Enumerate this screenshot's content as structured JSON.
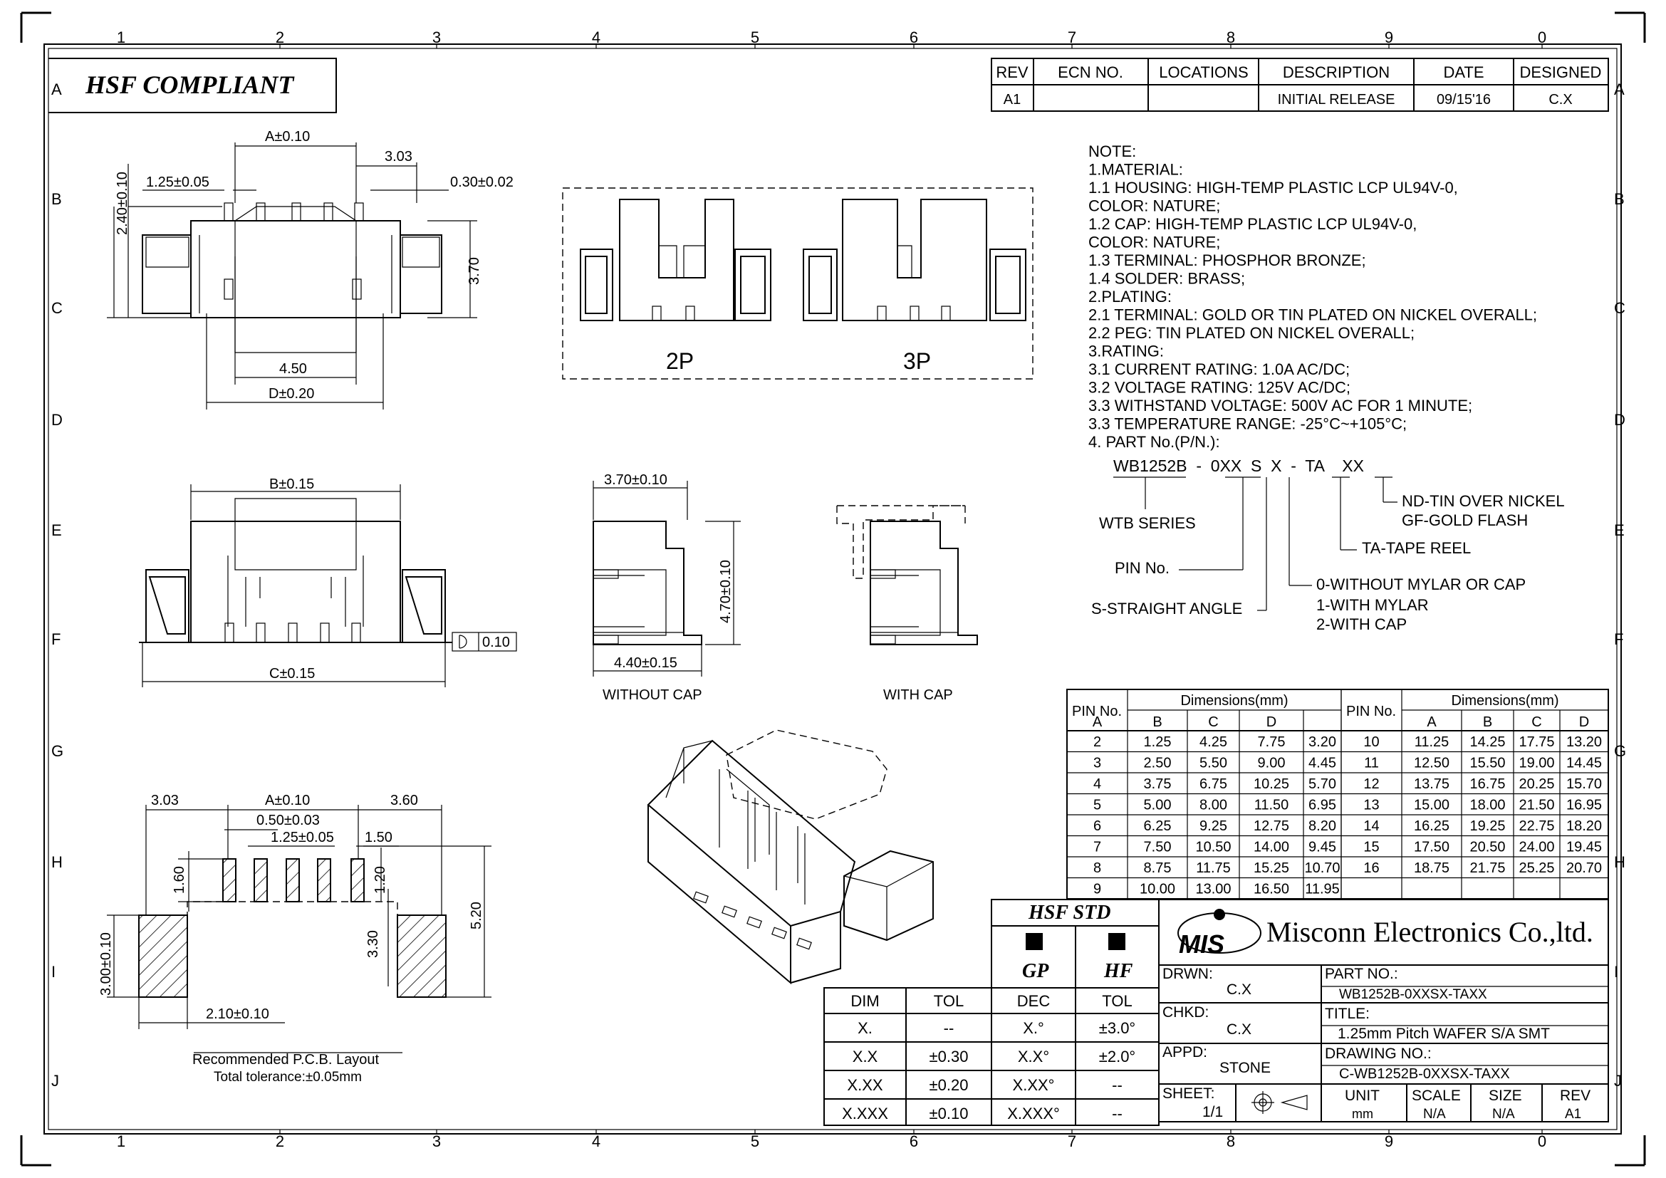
{
  "frame": {
    "zones_top": [
      "1",
      "2",
      "3",
      "4",
      "5",
      "6",
      "7",
      "8",
      "9",
      "0"
    ],
    "zones_side": [
      "A",
      "B",
      "C",
      "D",
      "E",
      "F",
      "G",
      "H",
      "I",
      "J"
    ]
  },
  "compliance": "HSF  COMPLIANT",
  "revision_table": {
    "headers": [
      "REV",
      "ECN NO.",
      "LOCATIONS",
      "DESCRIPTION",
      "DATE",
      "DESIGNED"
    ],
    "row": [
      "A1",
      "",
      "",
      "INITIAL RELEASE",
      "09/15'16",
      "C.X"
    ]
  },
  "top_view": {
    "dim_a": "A±0.10",
    "dim_303": "3.03",
    "dim_125": "1.25±0.05",
    "dim_030": "0.30±0.02",
    "dim_240": "2.40±0.10",
    "dim_370": "3.70",
    "dim_450": "4.50",
    "dim_d": "D±0.20"
  },
  "pin_views": {
    "label_2p": "2P",
    "label_3p": "3P"
  },
  "front_view": {
    "dim_b": "B±0.15",
    "dim_c": "C±0.15",
    "flatness_value": "0.10"
  },
  "side_views": {
    "dim_370": "3.70±0.10",
    "dim_470": "4.70±0.10",
    "dim_440": "4.40±0.15",
    "label_without_cap": "WITHOUT  CAP",
    "label_with_cap": "WITH  CAP"
  },
  "pcb_layout": {
    "dim_303": "3.03",
    "dim_a": "A±0.10",
    "dim_360": "3.60",
    "dim_050": "0.50±0.03",
    "dim_125": "1.25±0.05",
    "dim_150": "1.50",
    "dim_160": "1.60",
    "dim_120": "1.20",
    "dim_300": "3.00±0.10",
    "dim_330": "3.30",
    "dim_520": "5.20",
    "dim_210": "2.10±0.10",
    "caption": "Recommended  P.C.B.  Layout",
    "tolerance": "Total  tolerance:±0.05mm"
  },
  "notes": [
    "NOTE:",
    "1.MATERIAL:",
    "  1.1  HOUSING:  HIGH-TEMP  PLASTIC  LCP  UL94V-0,",
    "          COLOR:  NATURE;",
    "  1.2  CAP:  HIGH-TEMP  PLASTIC  LCP  UL94V-0,",
    "          COLOR:  NATURE;",
    "  1.3  TERMINAL:  PHOSPHOR  BRONZE;",
    "  1.4  SOLDER:  BRASS;",
    "2.PLATING:",
    "  2.1  TERMINAL:  GOLD  OR  TIN  PLATED  ON  NICKEL  OVERALL;",
    "  2.2  PEG:  TIN  PLATED  ON  NICKEL  OVERALL;",
    "3.RATING:",
    "  3.1  CURRENT  RATING:  1.0A  AC/DC;",
    "  3.2  VOLTAGE  RATING:  125V  AC/DC;",
    "  3.3  WITHSTAND  VOLTAGE:  500V  AC  FOR  1  MINUTE;",
    "  3.3  TEMPERATURE  RANGE:  -25°C~+105°C;",
    "4.  PART  No.(P/N.):"
  ],
  "part_number": {
    "code": "WB1252B  -  0XX  S  X  -  TA    XX",
    "wtb": "WTB  SERIES",
    "pin": "PIN  No.",
    "straight": "S-STRAIGHT  ANGLE",
    "nd": "ND-TIN  OVER  NICKEL",
    "gf": "GF-GOLD  FLASH",
    "ta": "TA-TAPE  REEL",
    "opt0": "0-WITHOUT  MYLAR  OR  CAP",
    "opt1": "1-WITH  MYLAR",
    "opt2": "2-WITH  CAP"
  },
  "dimension_table": {
    "pin_header": "PIN  No.",
    "group_header": "Dimensions(mm)",
    "cols": [
      "A",
      "B",
      "C",
      "D"
    ],
    "left": [
      [
        "2",
        "1.25",
        "4.25",
        "7.75",
        "3.20"
      ],
      [
        "3",
        "2.50",
        "5.50",
        "9.00",
        "4.45"
      ],
      [
        "4",
        "3.75",
        "6.75",
        "10.25",
        "5.70"
      ],
      [
        "5",
        "5.00",
        "8.00",
        "11.50",
        "6.95"
      ],
      [
        "6",
        "6.25",
        "9.25",
        "12.75",
        "8.20"
      ],
      [
        "7",
        "7.50",
        "10.50",
        "14.00",
        "9.45"
      ],
      [
        "8",
        "8.75",
        "11.75",
        "15.25",
        "10.70"
      ],
      [
        "9",
        "10.00",
        "13.00",
        "16.50",
        "11.95"
      ]
    ],
    "right": [
      [
        "10",
        "11.25",
        "14.25",
        "17.75",
        "13.20"
      ],
      [
        "11",
        "12.50",
        "15.50",
        "19.00",
        "14.45"
      ],
      [
        "12",
        "13.75",
        "16.75",
        "20.25",
        "15.70"
      ],
      [
        "13",
        "15.00",
        "18.00",
        "21.50",
        "16.95"
      ],
      [
        "14",
        "16.25",
        "19.25",
        "22.75",
        "18.20"
      ],
      [
        "15",
        "17.50",
        "20.50",
        "24.00",
        "19.45"
      ],
      [
        "16",
        "18.75",
        "21.75",
        "25.25",
        "20.70"
      ]
    ]
  },
  "tolerance_table": {
    "headers": [
      "DIM",
      "TOL",
      "DEC",
      "TOL"
    ],
    "rows": [
      [
        "X.",
        "--",
        "X.°",
        "±3.0°"
      ],
      [
        "X.X",
        "±0.30",
        "X.X°",
        "±2.0°"
      ],
      [
        "X.XX",
        "±0.20",
        "X.XX°",
        "--"
      ],
      [
        "X.XXX",
        "±0.10",
        "X.XXX°",
        "--"
      ]
    ],
    "hsf_std": "HSF  STD",
    "gp": "GP",
    "hf": "HF"
  },
  "title_block": {
    "logo": "MIS",
    "company": "Misconn Electronics Co.,ltd.",
    "drwn_label": "DRWN:",
    "drwn": "C.X",
    "part_label": "PART  NO.:",
    "part": "WB1252B-0XXSX-TAXX",
    "chkd_label": "CHKD:",
    "chkd": "C.X",
    "title_label": "TITLE:",
    "title": "1.25mm  Pitch  WAFER  S/A  SMT",
    "appd_label": "APPD:",
    "appd": "STONE",
    "drawing_label": "DRAWING  NO.:",
    "drawing": "C-WB1252B-0XXSX-TAXX",
    "sheet_label": "SHEET:",
    "sheet": "1/1",
    "unit_label": "UNIT",
    "unit": "mm",
    "scale_label": "SCALE",
    "scale": "N/A",
    "size_label": "SIZE",
    "size": "N/A",
    "rev_label": "REV",
    "rev": "A1"
  }
}
